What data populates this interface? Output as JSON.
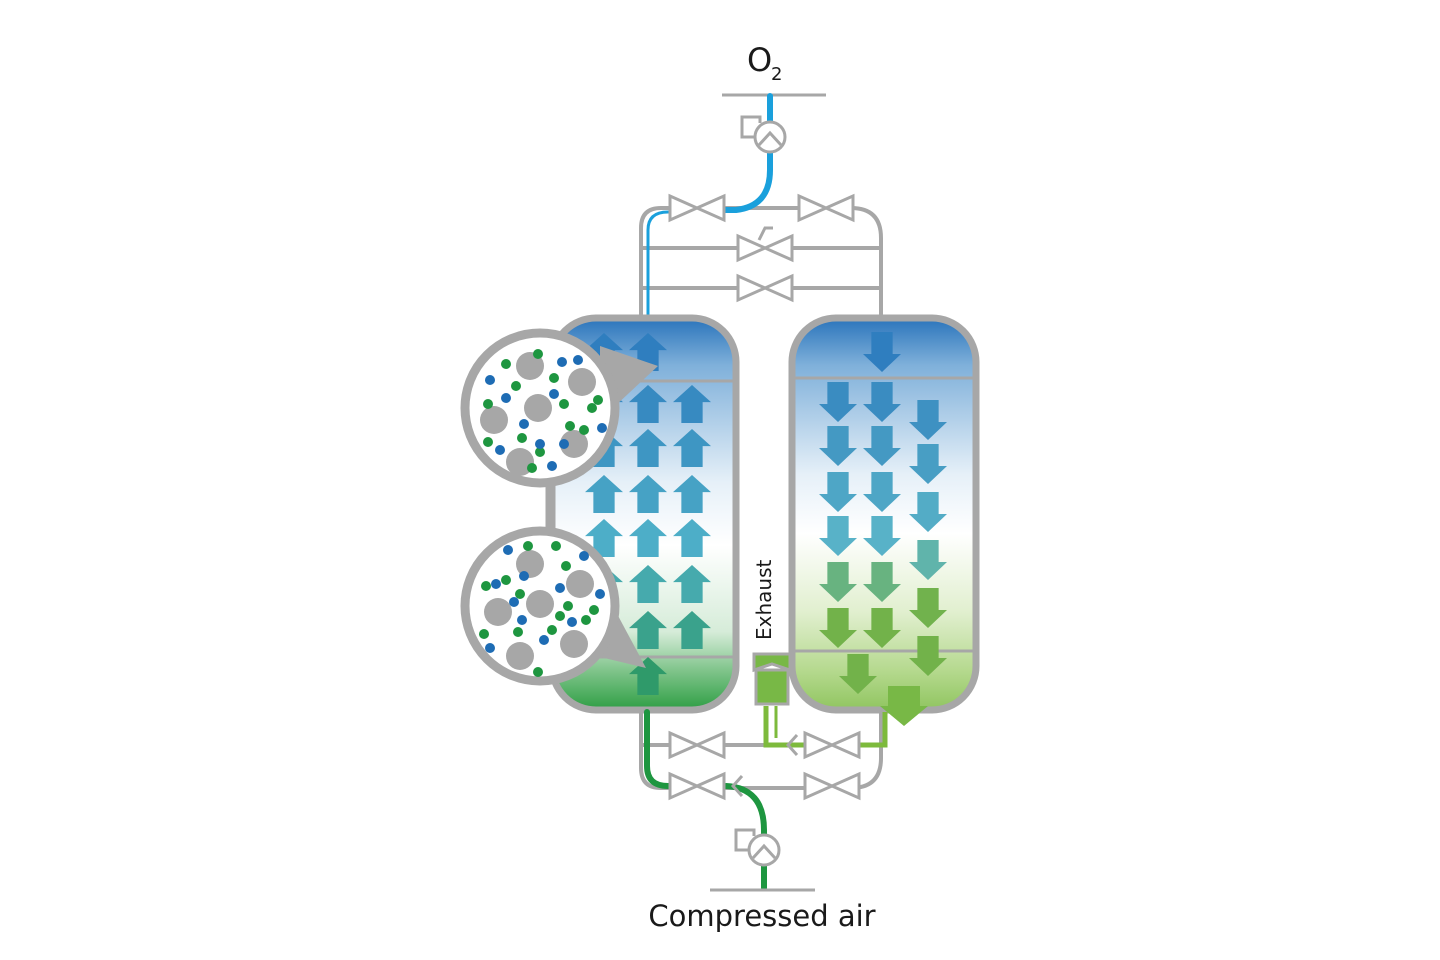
{
  "labels": {
    "outlet_main": "O",
    "outlet_sub": "2",
    "inlet": "Compressed air",
    "exhaust": "Exhaust"
  },
  "colors": {
    "pipe": "#a7a7a7",
    "oxygen": "#1aa0dc",
    "air": "#1e9640",
    "exhaust": "#7dba3c",
    "blue_top": "#2a78be",
    "green_bottom": "#35a54a",
    "nitrogen_dot": "#1e9640",
    "oxygen_dot": "#1e6cb4",
    "sieve_bead": "#a7a7a7"
  },
  "icons": {
    "outlet_pressure_regulator": "pressure-regulator-icon",
    "inlet_pressure_regulator": "pressure-regulator-icon",
    "valve": "valve-icon",
    "check_valve": "check-valve-icon",
    "silencer": "silencer-icon"
  }
}
